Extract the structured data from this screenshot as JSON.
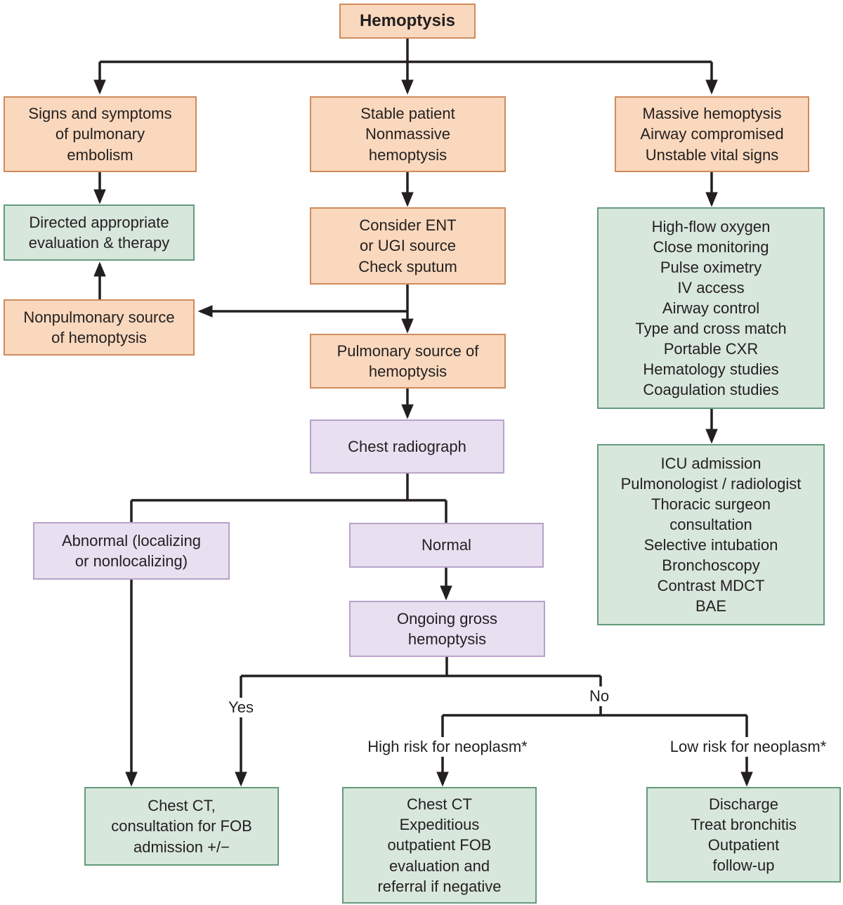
{
  "diagram_title": "Hemoptysis",
  "colors": {
    "peach_fill": "#f9d8bd",
    "peach_border": "#d08b5c",
    "green_fill": "#d8e7dc",
    "green_border": "#649b7d",
    "lavender_fill": "#e8dff0",
    "lavender_border": "#b7a3c9",
    "line": "#231f20",
    "background": "#ffffff"
  },
  "boxes": {
    "hemoptysis": "Hemoptysis",
    "signs_symptoms": "Signs and symptoms\nof pulmonary\nembolism",
    "directed_eval": "Directed appropriate\nevaluation & therapy",
    "nonpulmonary": "Nonpulmonary source\nof hemoptysis",
    "stable_patient": "Stable patient\nNonmassive\nhemoptysis",
    "consider_ent": "Consider ENT\nor UGI source\nCheck sputum",
    "pulmonary_source": "Pulmonary source of\nhemoptysis",
    "chest_radiograph": "Chest radiograph",
    "abnormal": "Abnormal (localizing\nor nonlocalizing)",
    "normal": "Normal",
    "ongoing": "Ongoing gross\nhemoptysis",
    "massive": "Massive hemoptysis\nAirway compromised\nUnstable vital signs",
    "stabilization": "High-flow oxygen\nClose monitoring\nPulse oximetry\nIV access\nAirway control\nType and cross match\nPortable CXR\nHematology studies\nCoagulation studies",
    "icu": "ICU admission\nPulmonologist / radiologist\nThoracic surgeon\nconsultation\nSelective intubation\nBronchoscopy\nContrast MDCT\nBAE",
    "chest_ct_admit": "Chest CT,\nconsultation for FOB\nadmission +/−",
    "chest_ct_outpatient": "Chest CT\nExpeditious\noutpatient FOB\nevaluation and\nreferral if negative",
    "discharge": "Discharge\nTreat bronchitis\nOutpatient\nfollow-up"
  },
  "labels": {
    "yes": "Yes",
    "no": "No",
    "high_risk": "High risk for neoplasm*",
    "low_risk": "Low risk for neoplasm*"
  }
}
